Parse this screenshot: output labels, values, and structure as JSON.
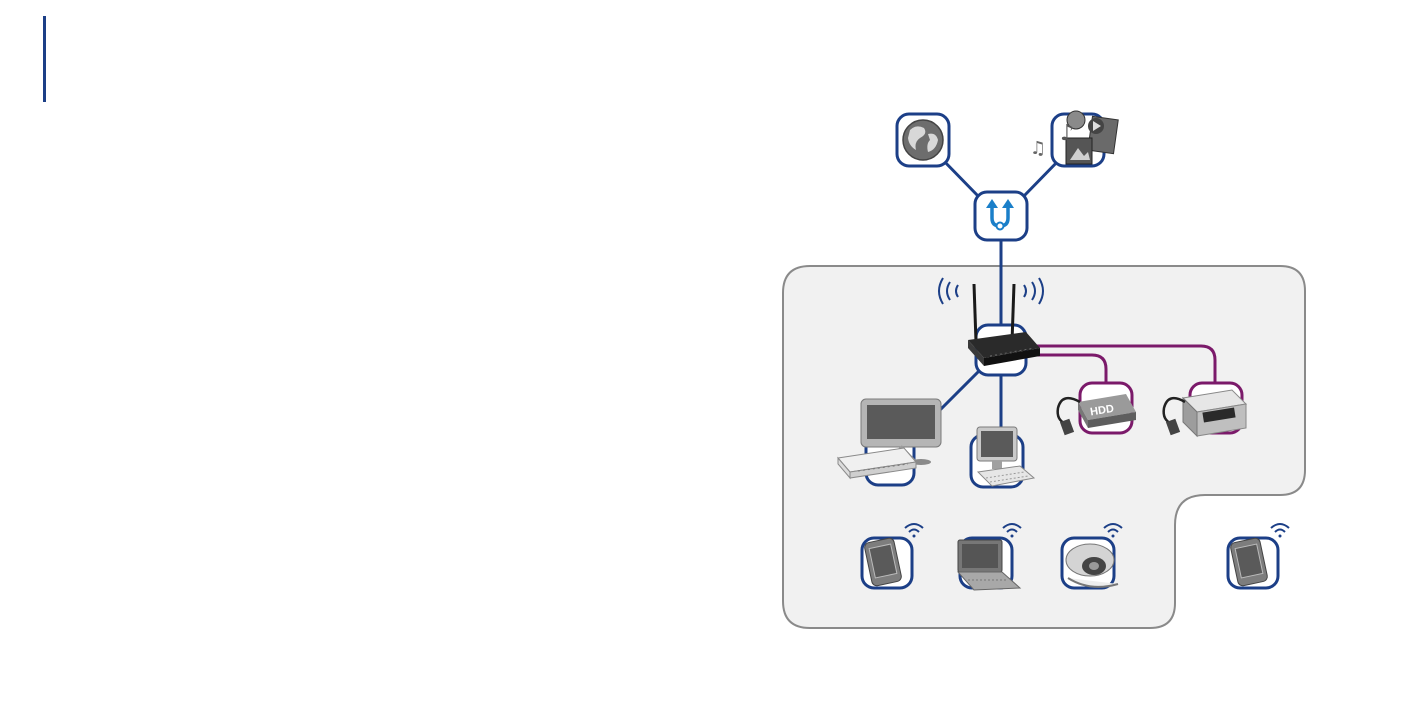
{
  "colors": {
    "accent": "#1c3f87",
    "usb_link": "#7b1a6a",
    "home_zone_fill": "#f1f1f1",
    "home_zone_stroke": "#8a8a8a"
  },
  "diagram": {
    "nodes": [
      {
        "id": "internet",
        "icon": "globe-icon"
      },
      {
        "id": "media",
        "icon": "media-icon"
      },
      {
        "id": "modem",
        "icon": "upload-arrows-icon"
      },
      {
        "id": "router",
        "icon": "wireless-router-icon"
      },
      {
        "id": "hdd",
        "icon": "usb-hard-drive-icon",
        "label": "HDD"
      },
      {
        "id": "printer",
        "icon": "usb-printer-icon"
      },
      {
        "id": "tv",
        "icon": "tv-set-top-box-icon"
      },
      {
        "id": "pc",
        "icon": "desktop-computer-icon"
      },
      {
        "id": "phone",
        "icon": "smartphone-icon"
      },
      {
        "id": "laptop",
        "icon": "laptop-icon"
      },
      {
        "id": "camera",
        "icon": "webcam-icon"
      },
      {
        "id": "remote-phone",
        "icon": "smartphone-icon"
      }
    ],
    "edges": [
      {
        "from": "internet",
        "to": "modem",
        "type": "wired"
      },
      {
        "from": "media",
        "to": "modem",
        "type": "wired"
      },
      {
        "from": "modem",
        "to": "router",
        "type": "wired"
      },
      {
        "from": "router",
        "to": "tv",
        "type": "wired"
      },
      {
        "from": "router",
        "to": "pc",
        "type": "wired"
      },
      {
        "from": "router",
        "to": "hdd",
        "type": "usb"
      },
      {
        "from": "router",
        "to": "printer",
        "type": "usb"
      },
      {
        "from": "router",
        "to": "phone",
        "type": "wifi"
      },
      {
        "from": "router",
        "to": "laptop",
        "type": "wifi"
      },
      {
        "from": "router",
        "to": "camera",
        "type": "wifi"
      },
      {
        "from": "router",
        "to": "remote-phone",
        "type": "wifi"
      }
    ]
  }
}
